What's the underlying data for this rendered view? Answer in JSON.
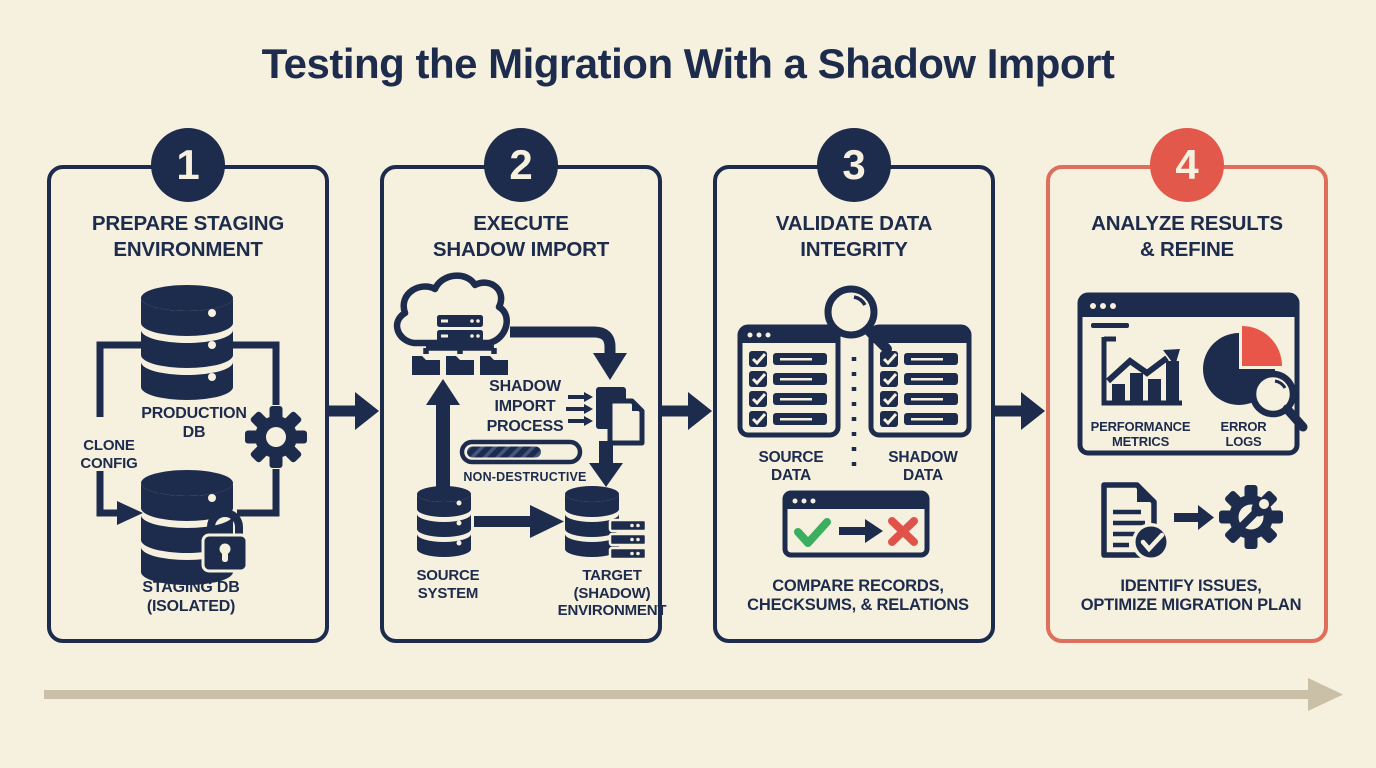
{
  "title": "Testing the Migration With a Shadow Import",
  "steps": [
    {
      "number": "1",
      "title": "PREPARE STAGING\nENVIRONMENT",
      "labels": {
        "production_db": "PRODUCTION\nDB",
        "clone_config": "CLONE\nCONFIG",
        "staging_db": "STAGING DB\n(ISOLATED)"
      },
      "icons": [
        "database",
        "gear",
        "lock",
        "clone-arrow"
      ]
    },
    {
      "number": "2",
      "title": "EXECUTE\nSHADOW IMPORT",
      "labels": {
        "process": "SHADOW\nIMPORT\nPROCESS",
        "non_destructive": "NON-DESTRUCTIVE",
        "source_system": "SOURCE\nSYSTEM",
        "target_environment": "TARGET\n(SHADOW)\nENVIRONMENT"
      },
      "icons": [
        "cloud-servers",
        "folder-tree",
        "documents",
        "progress-bar",
        "database",
        "server-rack",
        "arrows"
      ]
    },
    {
      "number": "3",
      "title": "VALIDATE DATA\nINTEGRITY",
      "labels": {
        "source_data": "SOURCE\nDATA",
        "shadow_data": "SHADOW\nDATA",
        "caption": "COMPARE RECORDS,\nCHECKSUMS, & RELATIONS"
      },
      "icons": [
        "magnifier",
        "checklist-window",
        "checklist-window",
        "compare-window",
        "check-mark",
        "cross-mark"
      ]
    },
    {
      "number": "4",
      "title": "ANALYZE RESULTS\n& REFINE",
      "labels": {
        "performance_metrics": "PERFORMANCE\nMETRICS",
        "error_logs": "ERROR\nLOGS",
        "caption": "IDENTIFY ISSUES,\nOPTIMIZE MIGRATION PLAN"
      },
      "icons": [
        "dashboard-window",
        "bar-chart",
        "pie-chart",
        "magnifier",
        "report-document",
        "gear-wrench"
      ]
    }
  ],
  "colors": {
    "background": "#F6F0DE",
    "navy": "#1D2B4C",
    "accent_red": "#E2584A",
    "panel4_border": "#DD6F5C",
    "check_green": "#3CAF5E",
    "cross_red": "#E0534A",
    "timeline_tan": "#C9C0A7"
  }
}
